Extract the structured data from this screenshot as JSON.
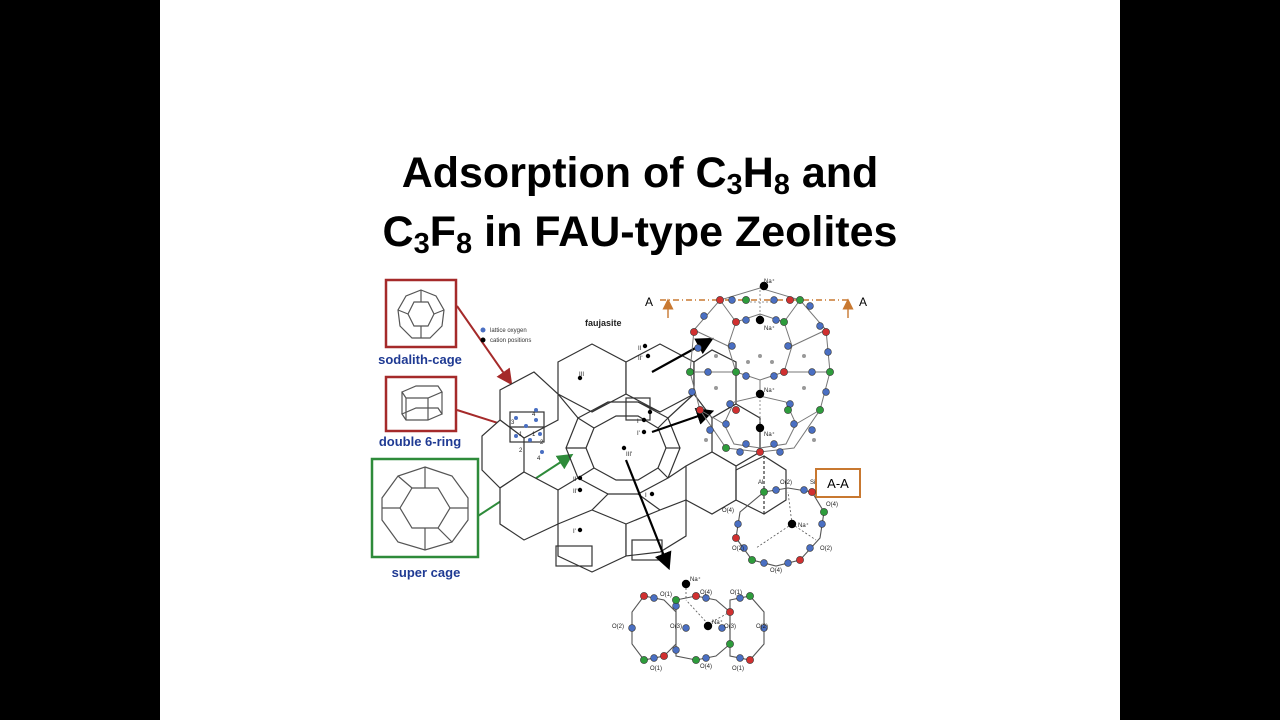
{
  "slide": {
    "title_line1": {
      "t1": "Adsorption of C",
      "s1": "3",
      "t2": "H",
      "s2": "8",
      "t3": " and"
    },
    "title_line2": {
      "t1": "C",
      "s1": "3",
      "t2": "F",
      "s2": "8",
      "t3": " in FAU-type Zeolites"
    }
  },
  "cages": [
    {
      "label": "sodalith-cage",
      "border_color": "#a52a2a"
    },
    {
      "label": "double 6-ring",
      "border_color": "#a52a2a"
    },
    {
      "label": "super cage",
      "border_color": "#2e8b3a"
    }
  ],
  "framework": {
    "title": "faujasite",
    "legend": [
      "lattice oxygen",
      "cation positions"
    ],
    "site_labels": [
      "II",
      "II'",
      "III",
      "I",
      "I'",
      "III'",
      "II",
      "II'",
      "I",
      "I'",
      "3",
      "4",
      "1",
      "1",
      "2",
      "2",
      "4"
    ]
  },
  "section": {
    "left_marker": "A",
    "right_marker": "A",
    "ion_labels": [
      "Na⁺",
      "Na⁺",
      "Na⁺",
      "Na⁺"
    ]
  },
  "ring": {
    "tag": "A-A",
    "labels": [
      "Al",
      "O(2)",
      "Si",
      "O(4)",
      "O(4)",
      "O(2)",
      "O(2)",
      "O(4)",
      "Na⁺"
    ]
  },
  "d6r": {
    "labels": [
      "Na⁺",
      "O(1)",
      "O(4)",
      "O(1)",
      "O(2)",
      "O(3)",
      "O(3)",
      "O(2)",
      "O(1)",
      "O(4)",
      "O(1)",
      "Na⁺"
    ]
  },
  "colors": {
    "al": "#2e9c3c",
    "si": "#d03030",
    "oxygen": "#4a6fc2",
    "cation": "#000000",
    "red_frame": "#a52a2a",
    "green_frame": "#2e8b3a",
    "orange_line": "#c87830",
    "caption": "#1f3a93"
  }
}
